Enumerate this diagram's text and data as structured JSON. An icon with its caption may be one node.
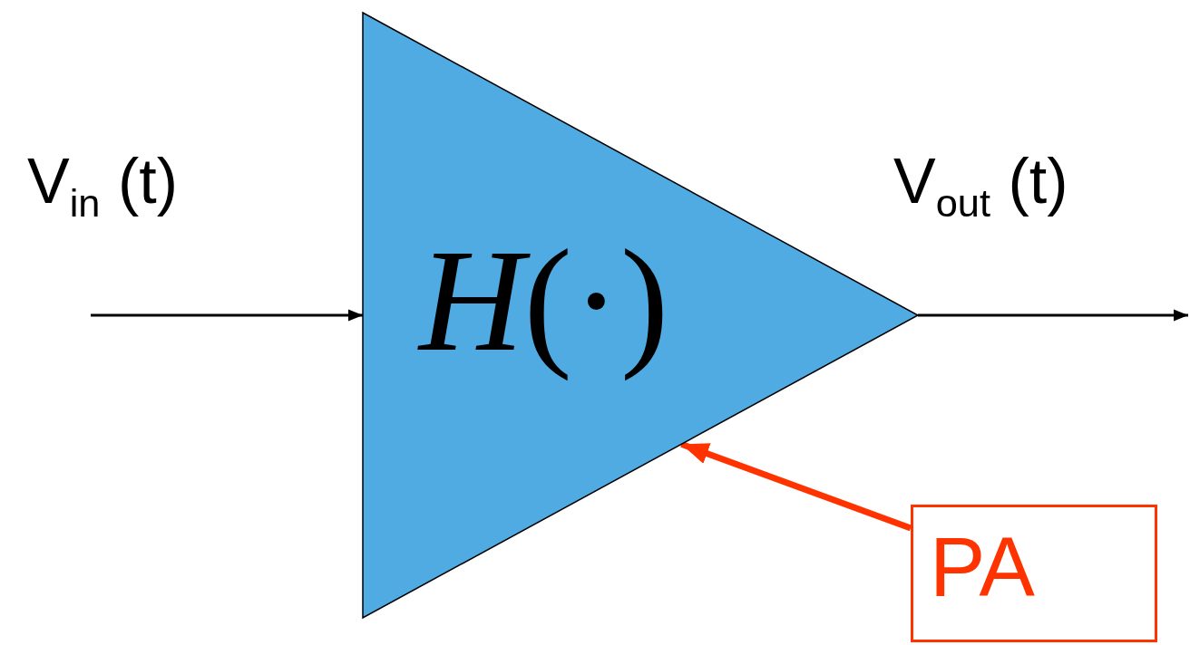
{
  "diagram": {
    "nodes": [
      {
        "text": [
          "*H*(·)"
        ]
      },
      {
        "text": [
          "PA"
        ]
      }
    ],
    "edges": [
      {
        "from": null,
        "to": 0,
        "arrow": "to"
      },
      {
        "from": 0,
        "to": null,
        "arrow": "to"
      },
      {
        "from": 1,
        "to": 0,
        "arrow": "to",
        "style": "thick",
        "color": "#ff3300"
      }
    ],
    "labels": [
      "V$_{in}$ (t)",
      "V$_{out}$ (t)"
    ]
  }
}
